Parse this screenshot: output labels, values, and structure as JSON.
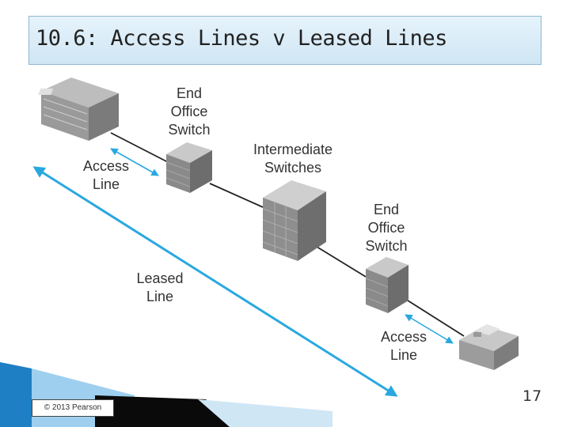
{
  "slide": {
    "title": "10.6: Access Lines v Leased Lines",
    "page_number": "17",
    "copyright": "© 2013 Pearson"
  },
  "labels": {
    "end_office_top": [
      "End",
      "Office",
      "Switch"
    ],
    "intermediate": [
      "Intermediate",
      "Switches"
    ],
    "end_office_bottom": [
      "End",
      "Office",
      "Switch"
    ],
    "access_line_top": [
      "Access",
      "Line"
    ],
    "access_line_bottom": [
      "Access",
      "Line"
    ],
    "leased_line": [
      "Leased",
      "Line"
    ]
  },
  "colors": {
    "arrow": "#29a8e0",
    "line": "#222222",
    "title_bg": "#d6ebf7",
    "accent": "#1f7fc0"
  }
}
